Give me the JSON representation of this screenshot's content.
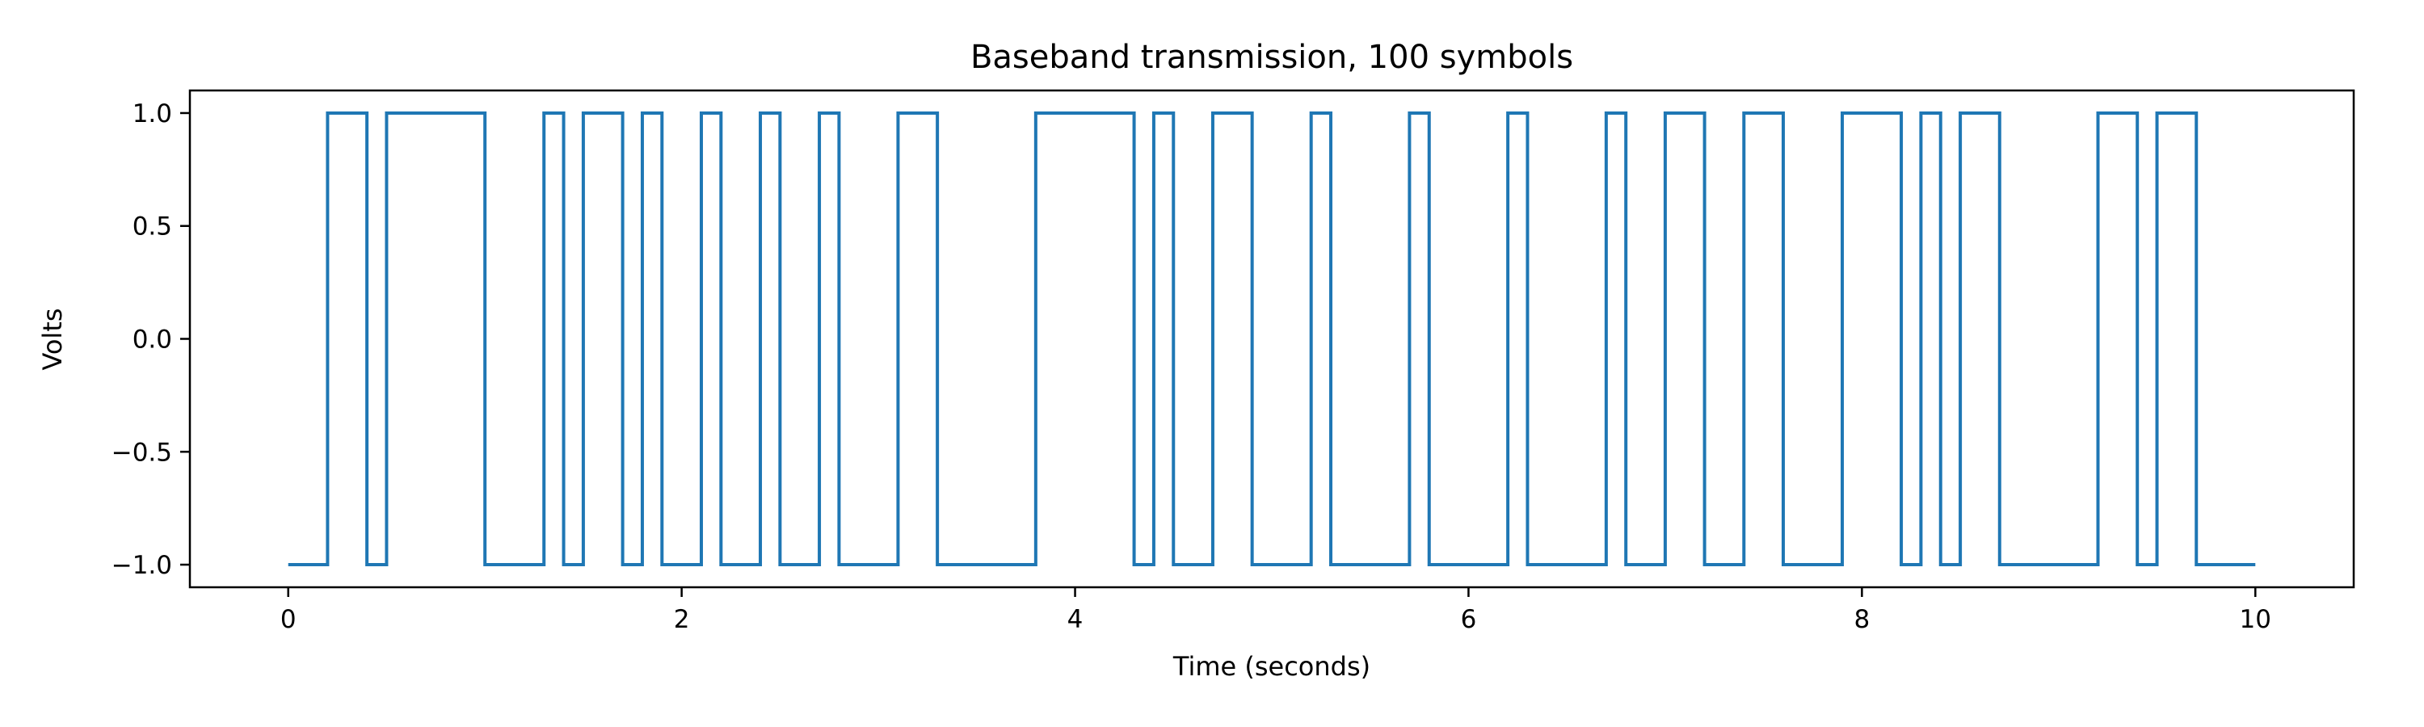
{
  "chart_data": {
    "type": "line",
    "title": "Baseband transmission, 100 symbols",
    "xlabel": "Time (seconds)",
    "ylabel": "Volts",
    "xlim": [
      -0.5,
      10.5
    ],
    "ylim": [
      -1.1,
      1.1
    ],
    "xticks": [
      0,
      2,
      4,
      6,
      8,
      10
    ],
    "xtick_labels": [
      "0",
      "2",
      "4",
      "6",
      "8",
      "10"
    ],
    "yticks": [
      -1.0,
      -0.5,
      0.0,
      0.5,
      1.0
    ],
    "ytick_labels": [
      "−1.0",
      "−0.5",
      "0.0",
      "0.5",
      "1.0"
    ],
    "grid": false,
    "symbol_duration": 0.1,
    "series": [
      {
        "name": "signal",
        "color": "#1f77b4",
        "step": "post",
        "values": [
          -1,
          -1,
          1,
          1,
          -1,
          1,
          1,
          1,
          1,
          1,
          -1,
          -1,
          -1,
          1,
          -1,
          1,
          1,
          -1,
          1,
          -1,
          -1,
          1,
          -1,
          -1,
          1,
          -1,
          -1,
          1,
          -1,
          -1,
          -1,
          1,
          1,
          -1,
          -1,
          -1,
          -1,
          -1,
          1,
          1,
          1,
          1,
          1,
          -1,
          1,
          -1,
          -1,
          1,
          1,
          -1,
          -1,
          -1,
          1,
          -1,
          -1,
          -1,
          -1,
          1,
          -1,
          -1,
          -1,
          -1,
          1,
          -1,
          -1,
          -1,
          -1,
          1,
          -1,
          -1,
          1,
          1,
          -1,
          -1,
          1,
          1,
          -1,
          -1,
          -1,
          1,
          1,
          1,
          -1,
          1,
          -1,
          1,
          1,
          -1,
          -1,
          -1,
          -1,
          -1,
          1,
          1,
          -1,
          1,
          1,
          -1,
          -1,
          -1
        ]
      }
    ]
  }
}
